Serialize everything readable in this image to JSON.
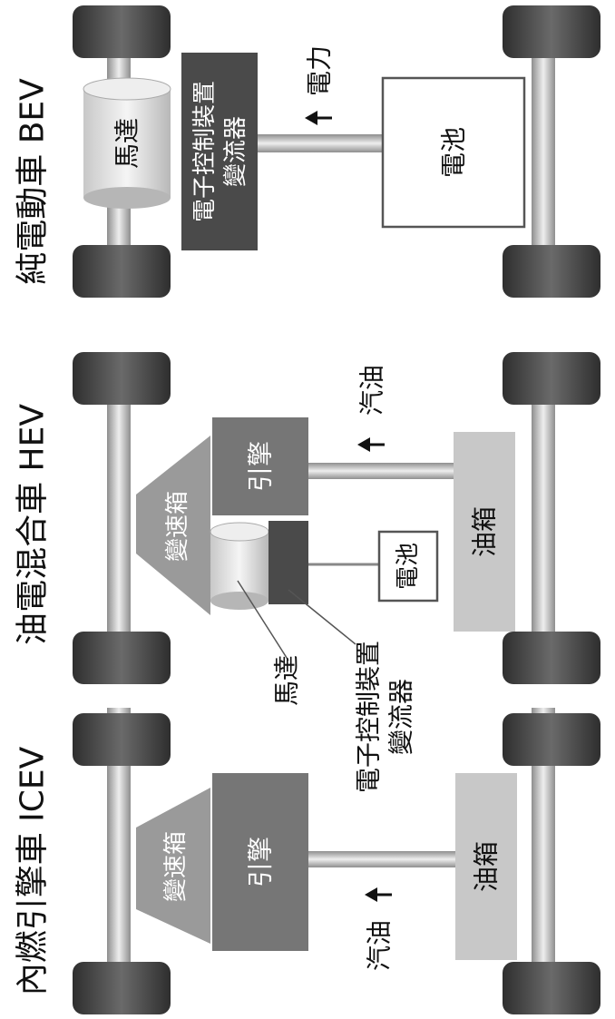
{
  "panels": {
    "icev": {
      "title": "內燃引擎車 ICEV",
      "gearbox": "變速箱",
      "engine": "引擎",
      "fuel_tank": "油箱",
      "fuel_flow": "汽油"
    },
    "hev": {
      "title": "油電混合車 HEV",
      "gearbox": "變速箱",
      "engine": "引擎",
      "fuel_tank": "油箱",
      "fuel_flow": "汽油",
      "battery": "電池",
      "motor_callout": "馬達",
      "controller_callout_line1": "電子控制裝置",
      "controller_callout_line2": "變流器"
    },
    "bev": {
      "title": "純電動車 BEV",
      "motor": "馬達",
      "controller_line1": "電子控制裝置",
      "controller_line2": "變流器",
      "power_flow": "電力",
      "battery": "電池"
    }
  },
  "colors": {
    "tire": "#3c3c3c",
    "axle": "#b8b8b8",
    "engine": "#767676",
    "gearbox": "#9a9a9a",
    "fuel_tank": "#c8c8c8",
    "controller": "#4a4a4a",
    "battery_border": "#555555"
  }
}
